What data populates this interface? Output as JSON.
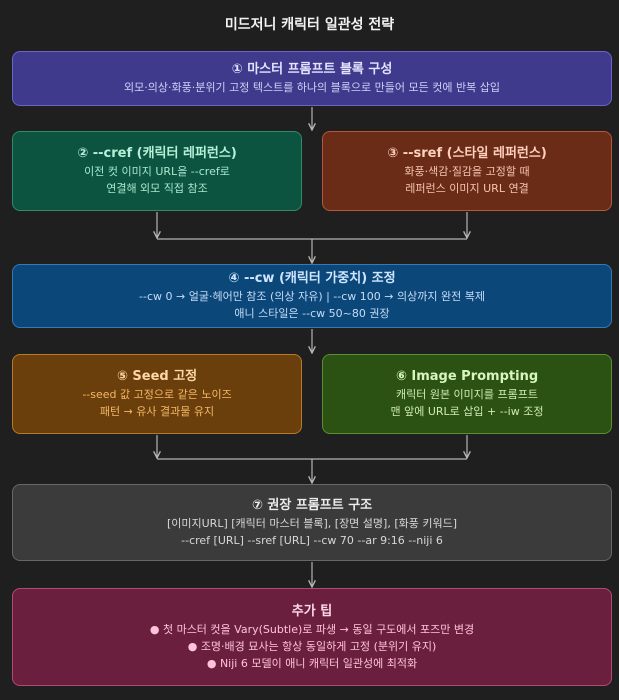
{
  "title": "미드저니 캐릭터 일관성 전략",
  "boxes": {
    "b1": {
      "heading": "① 마스터 프롬프트 블록 구성",
      "lines": [
        "외모·의상·화풍·분위기 고정 텍스트를 하나의 블록으로 만들어 모든 컷에 반복 삽입"
      ]
    },
    "b2": {
      "heading": "② --cref (캐릭터 레퍼런스)",
      "lines": [
        "이전 컷 이미지 URL을 --cref로",
        "연결해 외모 직접 참조"
      ]
    },
    "b3": {
      "heading": "③ --sref (스타일 레퍼런스)",
      "lines": [
        "화풍·색감·질감을 고정할 때",
        "레퍼런스 이미지 URL 연결"
      ]
    },
    "b4": {
      "heading": "④ --cw (캐릭터 가중치) 조정",
      "lines": [
        "--cw 0 → 얼굴·헤어만 참조 (의상 자유) | --cw 100 → 의상까지 완전 복제",
        "애니 스타일은 --cw 50~80 권장"
      ]
    },
    "b5": {
      "heading": "⑤ Seed 고정",
      "lines": [
        "--seed 값 고정으로 같은 노이즈",
        "패턴 → 유사 결과물 유지"
      ]
    },
    "b6": {
      "heading": "⑥ Image Prompting",
      "lines": [
        "캐릭터 원본 이미지를 프롬프트",
        "맨 앞에 URL로 삽입 + --iw 조정"
      ]
    },
    "b7": {
      "heading": "⑦ 권장 프롬프트 구조",
      "lines": [
        "[이미지URL] [캐릭터 마스터 블록], [장면 설명], [화풍 키워드]",
        "--cref [URL] --sref [URL] --cw 70 --ar 9:16 --niji 6"
      ]
    },
    "b8": {
      "heading": "추가 팁",
      "lines": [
        "● 첫 마스터 컷을 Vary(Subtle)로 파생 → 동일 구도에서 포즈만 변경",
        "● 조명·배경 묘사는 항상 동일하게 고정 (분위기 유지)",
        "● Niji 6 모델이 애니 캐릭터 일관성에 최적화"
      ]
    }
  },
  "colors": {
    "background": "#1f1f1f",
    "connector": "#b5b5b5"
  }
}
